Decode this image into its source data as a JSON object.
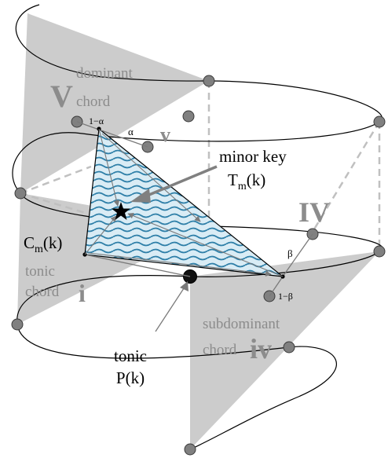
{
  "labels": {
    "dominant_word": "dominant",
    "chord_word": "chord",
    "roman_V": "V",
    "roman_v": "v",
    "one_minus_alpha": "1−α",
    "alpha": "α",
    "minor_key": "minor key",
    "T": "T",
    "T_sub": "m",
    "T_arg": "(k)",
    "roman_IV": "IV",
    "C": "C",
    "C_sub": "m",
    "C_arg": "(k)",
    "tonic_word": "tonic",
    "roman_i": "i",
    "beta": "β",
    "one_minus_beta": "1−β",
    "subdominant_word": "subdominant",
    "roman_iv": "iv",
    "tonic_label": "tonic",
    "P_label": "P(k)"
  },
  "colors": {
    "gray_fill": "#cccccc",
    "node_fill": "#808080",
    "node_stroke": "#3a3a3a",
    "tonic_node": "#111111",
    "label_gray": "#8c8c8c",
    "wave_blue": "#2e7fa8",
    "tri_fill": "#d9ecf5",
    "black": "#000000"
  }
}
